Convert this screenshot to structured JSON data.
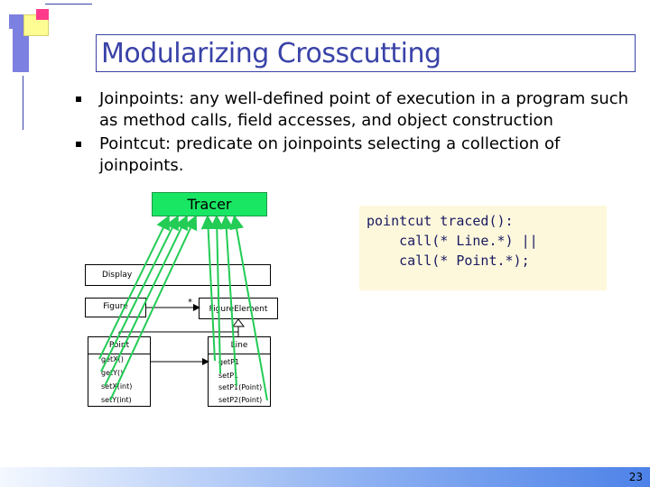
{
  "slide": {
    "title": "Modularizing Crosscutting",
    "bullets": [
      "Joinpoints: any well-defined point of execution in a program such as method calls, field accesses, and object construction",
      "Pointcut: predicate on joinpoints selecting a collection of joinpoints."
    ],
    "slide_number": "23"
  },
  "diagram": {
    "tracer_label": "Tracer",
    "code_lines": [
      "pointcut traced():",
      "    call(* Line.*) ||",
      "    call(* Point.*);"
    ],
    "classes": {
      "display": "Display",
      "figure": "Figure",
      "figure_element": "FigureElement",
      "point": "Point",
      "line": "Line"
    },
    "multiplicity": "*",
    "point_methods": [
      "getX()",
      "getY()",
      "setX(int)",
      "setY(int)"
    ],
    "line_methods": [
      "getP1",
      "setP1",
      "setP1(Point)",
      "setP2(Point)"
    ]
  },
  "colors": {
    "title": "#3a43a8",
    "tracer_fill": "#19e663",
    "arrow": "#22cc55",
    "code_bg": "#fdf8dc"
  }
}
